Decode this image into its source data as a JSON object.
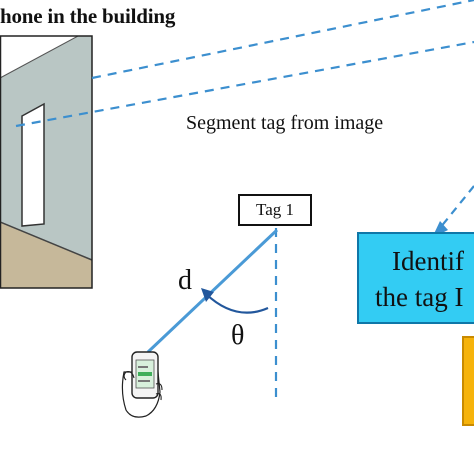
{
  "title": "hone in the building",
  "segment_label": "Segment tag from image",
  "tag_label": "Tag 1",
  "distance_symbol": "d",
  "angle_symbol": "θ",
  "identify_box": {
    "line1": "Identif",
    "line2": "the tag I"
  },
  "colors": {
    "dashed_line": "#3c8fcf",
    "identify_fill": "#33ccf3",
    "result_fill": "#f6b30b",
    "wall": "#b9c6c4",
    "floor": "#c6b89a"
  }
}
